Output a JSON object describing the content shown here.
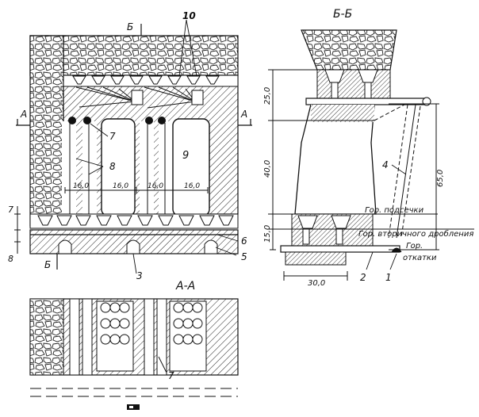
{
  "section_titles": {
    "bb": "Б-Б",
    "aa": "А-А"
  },
  "cut_markers": {
    "b_top": "Б",
    "b_bottom": "Б",
    "a_left": "А",
    "a_right": "А"
  },
  "plan_view": {
    "numbers": {
      "n10": "10",
      "n9": "9",
      "n8": "8",
      "n7": "7",
      "n7_left": "7",
      "n8_left": "8",
      "n6": "6",
      "n5": "5",
      "n3": "3"
    },
    "dimensions": [
      "16,0",
      "16,0",
      "16,0",
      "16,0"
    ]
  },
  "section_bb": {
    "dimensions": {
      "d25": "25,0",
      "d40": "40,0",
      "d65": "65,0",
      "d15": "15,0",
      "d30": "30,0"
    },
    "numbers": {
      "n4": "4",
      "n2": "2",
      "n1": "1"
    },
    "level_labels": {
      "undercut": "Гор. подсечки",
      "secondary_crushing": "Гор. вторичного дробления",
      "haulage_line1": "Гор.",
      "haulage_line2": "откатки"
    }
  },
  "section_aa": {
    "numbers": {
      "n7": "7"
    }
  },
  "colors": {
    "ink": "#1a1a1a",
    "paper": "#ffffff"
  }
}
